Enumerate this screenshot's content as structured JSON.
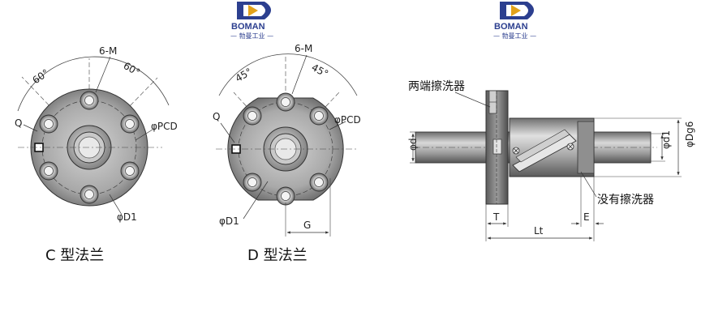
{
  "logo": {
    "brand": "BOMAN",
    "subtitle": "— 勃曼工业 —",
    "colors": {
      "blue": "#2c3f8f",
      "gold": "#e3a21a"
    }
  },
  "flange_c": {
    "caption": "C 型法兰",
    "label_holes": "6-M",
    "label_angle_left": "60°",
    "label_angle_right": "60°",
    "label_pcd": "φPCD",
    "label_q": "Q",
    "label_d1": "φD1"
  },
  "flange_d": {
    "caption": "D 型法兰",
    "label_holes": "6-M",
    "label_angle_left": "45°",
    "label_angle_right": "45°",
    "label_pcd": "φPCD",
    "label_q": "Q",
    "label_d1": "φD1",
    "label_g": "G"
  },
  "side_view": {
    "label_wipers_both": "两端擦洗器",
    "label_no_wiper": "没有擦洗器",
    "label_d": "φd",
    "label_d1": "φd1",
    "label_dg6": "φDg6",
    "label_t": "T",
    "label_lt": "Lt",
    "label_e": "E"
  }
}
